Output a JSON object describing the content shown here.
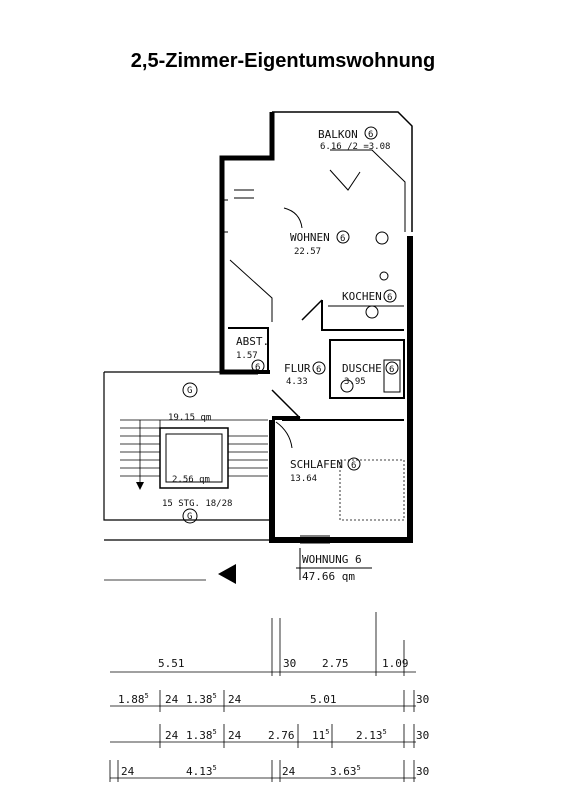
{
  "title": "2,5-Zimmer-Eigentumswohnung",
  "rooms": {
    "balkon": {
      "name": "BALKON",
      "num": "6",
      "area": "6.16 /2 =3.08"
    },
    "wohnen": {
      "name": "WOHNEN",
      "num": "6",
      "area": "22.57"
    },
    "kochen": {
      "name": "KOCHEN",
      "num": "6"
    },
    "abst": {
      "name": "ABST.",
      "num": "6",
      "area": "1.57"
    },
    "flur": {
      "name": "FLUR",
      "num": "6",
      "area": "4.33"
    },
    "dusche": {
      "name": "DUSCHE",
      "num": "6",
      "area": "3.95"
    },
    "schlafen": {
      "name": "SCHLAFEN",
      "num": "6",
      "area": "13.64"
    }
  },
  "stair": {
    "g_top": "G",
    "area_hall": "19.15 qm",
    "area_core": "2.56 qm",
    "steps": "15 STG. 18/28",
    "g_bottom": "G"
  },
  "apartment": {
    "label": "WOHNUNG 6",
    "area": "47.66 qm"
  },
  "dimensions": {
    "row1": [
      "5.51",
      "30",
      "2.75",
      "1.09"
    ],
    "row2": {
      "a": "1.88",
      "a_sup": "5",
      "b": "24",
      "c": "1.38",
      "c_sup": "5",
      "d": "24",
      "e": "5.01",
      "f": "30"
    },
    "row3": {
      "a": "24",
      "b": "1.38",
      "b_sup": "5",
      "c": "24",
      "d": "2.76",
      "e": "11",
      "e_sup": "5",
      "f": "2.13",
      "f_sup": "5",
      "g": "30"
    },
    "row4": {
      "a": "24",
      "b": "4.13",
      "b_sup": "5",
      "c": "24",
      "d": "3.63",
      "d_sup": "5",
      "e": "30"
    }
  }
}
